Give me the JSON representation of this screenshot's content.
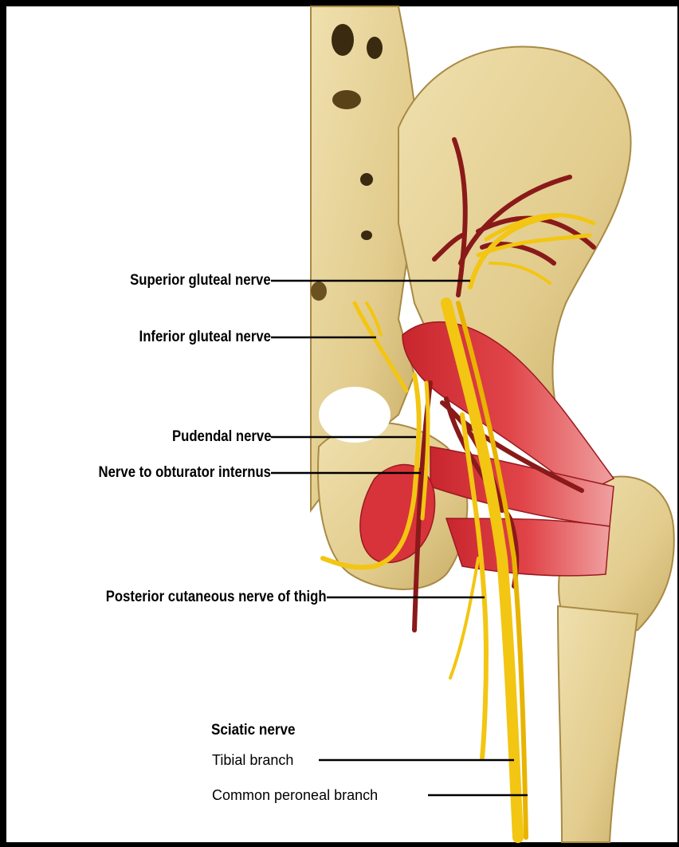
{
  "labels": {
    "superior_gluteal": "Superior gluteal nerve",
    "inferior_gluteal": "Inferior gluteal nerve",
    "pudendal": "Pudendal nerve",
    "obturator_internus": "Nerve to obturator internus",
    "posterior_cutaneous": "Posterior cutaneous nerve of thigh",
    "sciatic": "Sciatic nerve",
    "tibial_branch": "Tibial branch",
    "common_peroneal_branch": "Common peroneal branch"
  },
  "colors": {
    "bone": "#e3cf95",
    "bone_shadow": "#b89a52",
    "muscle": "#d8333a",
    "muscle_light": "#ef6a6a",
    "nerve": "#f2c612",
    "artery": "#8a1a1a",
    "background": "#ffffff",
    "border": "#000000"
  }
}
